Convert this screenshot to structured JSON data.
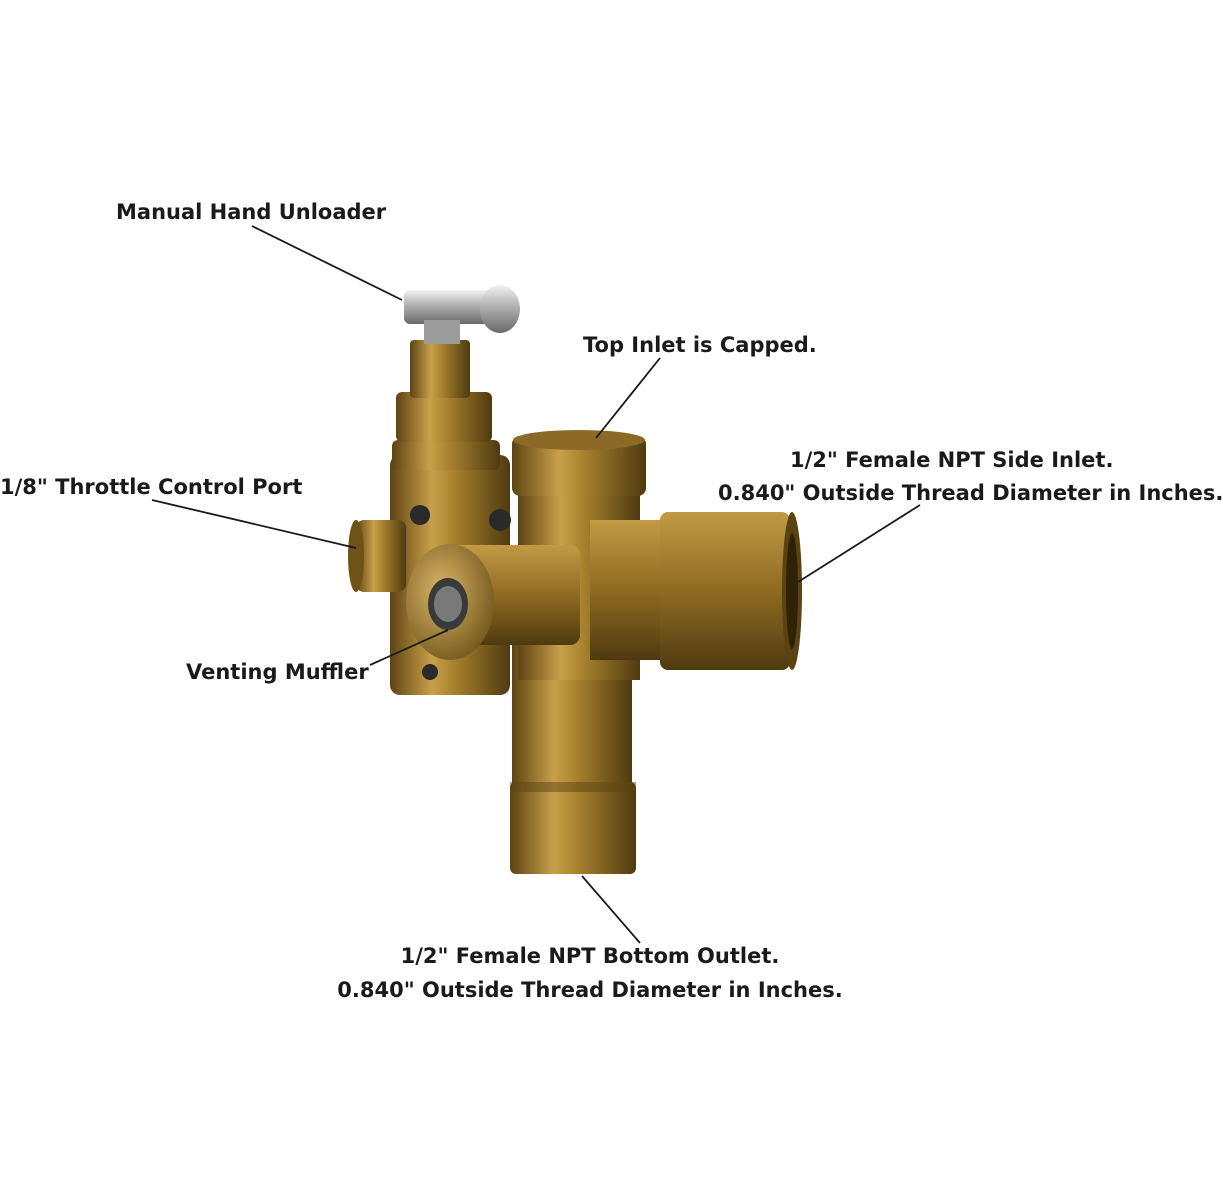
{
  "callouts": {
    "manual_hand_unloader": "Manual Hand Unloader",
    "top_inlet": "Top Inlet is Capped.",
    "throttle_port": "1/8\" Throttle Control Port",
    "side_inlet_line1": "1/2\" Female NPT Side Inlet.",
    "side_inlet_line2": "0.840\" Outside Thread Diameter in Inches.",
    "venting_muffler": "Venting Muffler",
    "bottom_outlet_line1": "1/2\" Female NPT Bottom Outlet.",
    "bottom_outlet_line2": "0.840\" Outside Thread Diameter in Inches."
  },
  "colors": {
    "brass": "#b08a35",
    "brass_dark": "#6e5218",
    "brass_light": "#d9b566",
    "leader_line": "#1a1a1a",
    "label_text": "#1a1a1a"
  }
}
